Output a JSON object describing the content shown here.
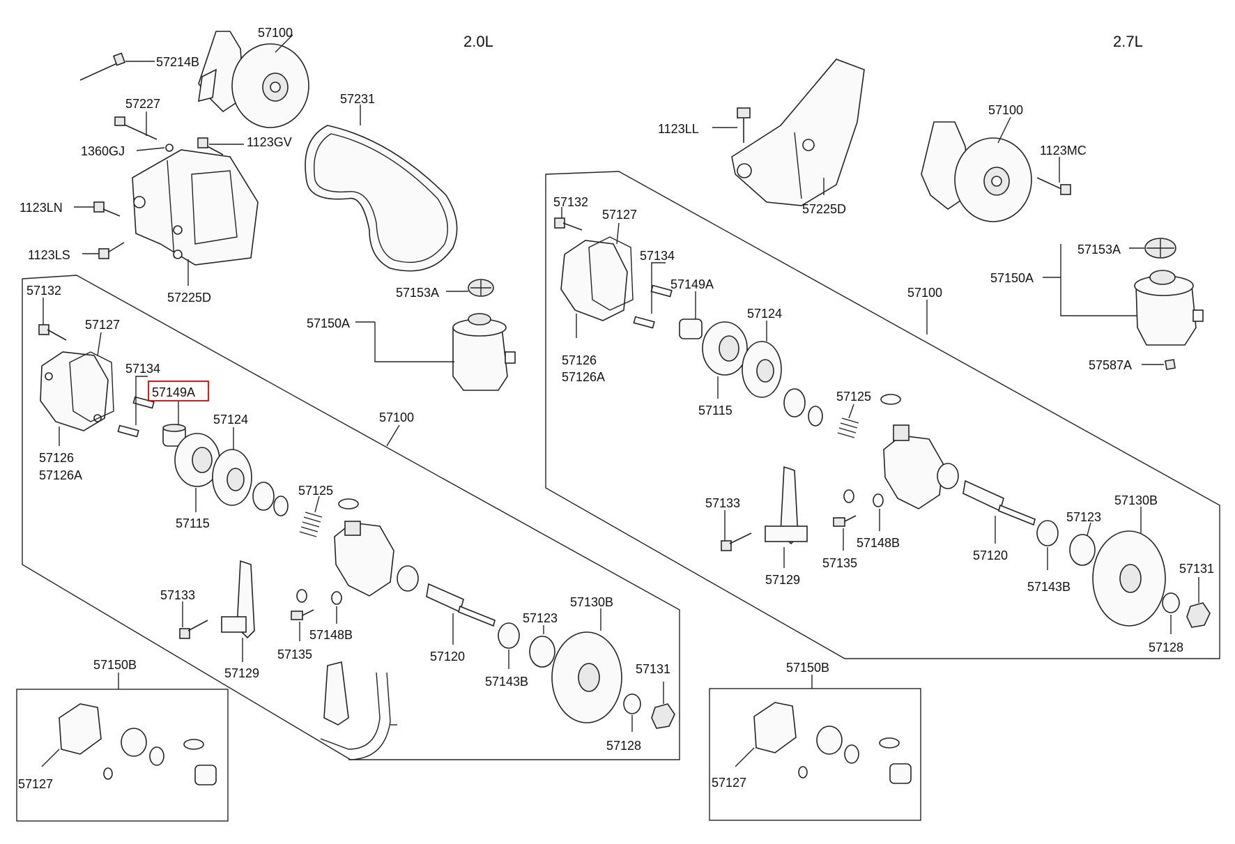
{
  "engines": {
    "left": "2.0L",
    "right": "2.7L"
  },
  "highlight": {
    "part": "57149A",
    "color": "#e00000"
  },
  "colors": {
    "ink": "#222222",
    "background": "#ffffff"
  },
  "labels": {
    "p57100_top_left": "57100",
    "p57214B": "57214B",
    "p57227": "57227",
    "p1360GJ": "1360GJ",
    "p1123GV": "1123GV",
    "p1123LN": "1123LN",
    "p1123LS": "1123LS",
    "p57225D_left": "57225D",
    "p57231": "57231",
    "p57153A_left": "57153A",
    "p57150A_left": "57150A",
    "p57132_left": "57132",
    "p57127_left": "57127",
    "p57134_left": "57134",
    "p57149A_left": "57149A",
    "p57124_left": "57124",
    "p57126_left": "57126",
    "p57126A_left": "57126A",
    "p57115_left": "57115",
    "p57100_mid_left": "57100",
    "p57125_left": "57125",
    "p57133_left": "57133",
    "p57148B_left": "57148B",
    "p57135_left": "57135",
    "p57129_left": "57129",
    "p57120_left": "57120",
    "p57123_left": "57123",
    "p57130B_left": "57130B",
    "p57143B_left": "57143B",
    "p57131_left": "57131",
    "p57128_left": "57128",
    "p57150B_left": "57150B",
    "p57127_kit_left": "57127",
    "p1123LL": "1123LL",
    "p57225D_right": "57225D",
    "p57100_top_right": "57100",
    "p1123MC": "1123MC",
    "p57153A_right": "57153A",
    "p57150A_right": "57150A",
    "p57587A": "57587A",
    "p57100_mid_right": "57100",
    "p57132_right": "57132",
    "p57127_right": "57127",
    "p57134_right": "57134",
    "p57149A_right": "57149A",
    "p57124_right": "57124",
    "p57126_right": "57126",
    "p57126A_right": "57126A",
    "p57115_right": "57115",
    "p57125_right": "57125",
    "p57133_right": "57133",
    "p57148B_right": "57148B",
    "p57135_right": "57135",
    "p57129_right": "57129",
    "p57120_right": "57120",
    "p57130B_right": "57130B",
    "p57123_right": "57123",
    "p57131_right": "57131",
    "p57143B_right": "57143B",
    "p57128_right": "57128",
    "p57150B_right": "57150B",
    "p57127_kit_right": "57127"
  }
}
